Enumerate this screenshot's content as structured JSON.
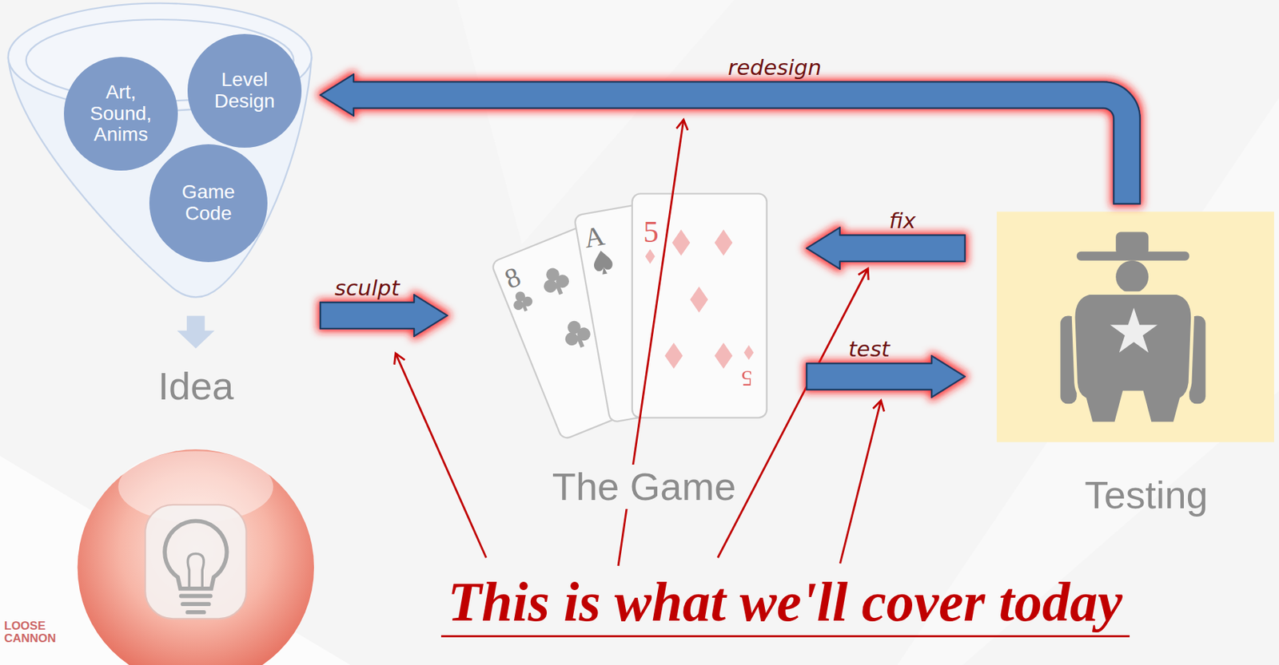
{
  "diagram": {
    "nodes": [
      {
        "text": [
          "Idea"
        ]
      },
      {
        "text": [
          "Art, Sound, Anims"
        ],
        "in": 0
      },
      {
        "text": [
          "Level Design"
        ],
        "in": 0
      },
      {
        "text": [
          "Game Code"
        ],
        "in": 0
      },
      {
        "text": [
          "The Game"
        ]
      },
      {
        "text": [
          "Testing"
        ]
      }
    ],
    "edges": [
      {
        "from": 5,
        "to": 0,
        "label": "redesign",
        "arrow": "to"
      },
      {
        "from": 0,
        "to": 4,
        "label": "sculpt",
        "arrow": "to"
      },
      {
        "from": 5,
        "to": 4,
        "label": "fix",
        "arrow": "to"
      },
      {
        "from": 4,
        "to": 5,
        "label": "test",
        "arrow": "to"
      }
    ],
    "labels": [
      "This is what we'll cover today",
      "8",
      "A",
      "5",
      "5",
      "LOOSE CANNON"
    ]
  }
}
